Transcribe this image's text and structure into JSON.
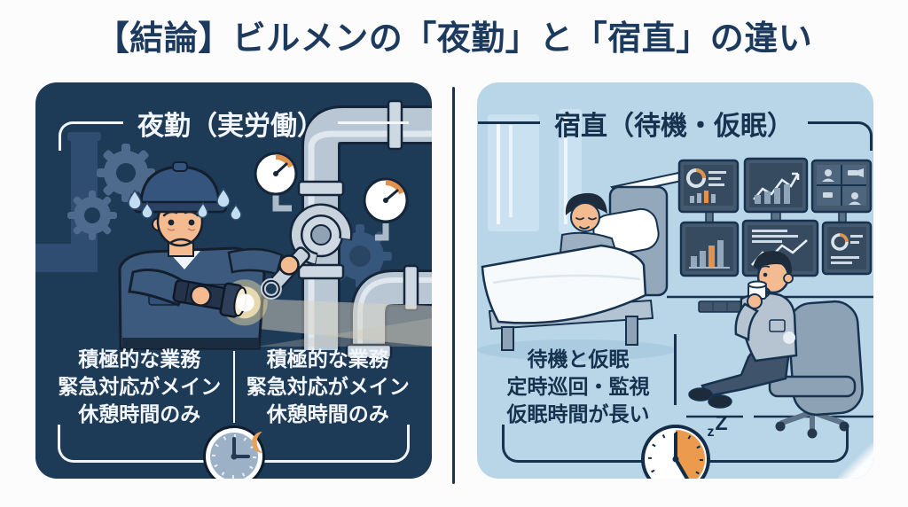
{
  "title": "【結論】ビルメンの「夜勤」と「宿直」の違い",
  "colors": {
    "page_background": "#fcfcfc",
    "title_text": "#1c3a5e",
    "night_shift_panel": "#1d3a57",
    "night_duty_panel": "#b9d6e8",
    "accent_orange": "#e89a50",
    "light_text": "#f2f6fa",
    "dark_text": "#16324f"
  },
  "night_shift_panel": {
    "title": "夜勤（実労働）",
    "columns": [
      {
        "lines": [
          "積極的な業務",
          "緊急対応がメイン",
          "休憩時間のみ"
        ]
      },
      {
        "lines": [
          "積極的な業務",
          "緊急対応がメイン",
          "休憩時間のみ"
        ]
      }
    ]
  },
  "night_duty_panel": {
    "title": "宿直（待機・仮眠）",
    "lines": [
      "待機と仮眠",
      "定時巡回・監視",
      "仮眠時間が長い"
    ],
    "sleep_symbol_small": "z",
    "sleep_symbol_large": "Z"
  }
}
